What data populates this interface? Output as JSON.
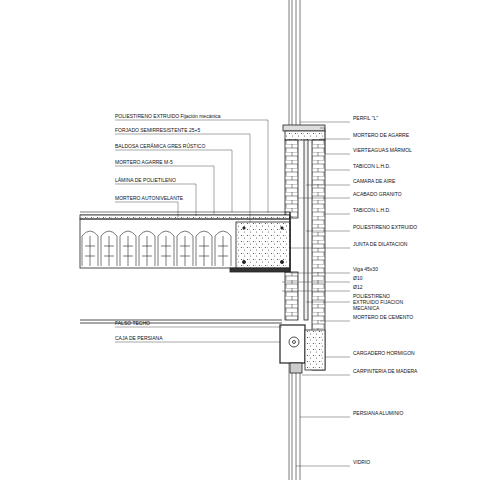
{
  "diagram": {
    "labels": [
      "POLIESTIRENO EXTRUIDO Fijación mecánica",
      "FORJADO SEMIRRESISTENTE 25+5",
      "BALDOSA CERÁMICA GRES RÚSTICO",
      "MORTERO AGARRE M-5",
      "LÁMINA DE POLIETILENO",
      "MORTERO AUTONIVELANTE",
      "FALSO TECHO",
      "CAJA DE PERSIANA",
      "PERFIL \"L\"",
      "MORTERO DE AGARRE",
      "VIERTEAGUAS MÁRMOL",
      "TABICON L.H.D.",
      "CAMARA DE AIRE",
      "ACABADO GRANITO",
      "TABICON L.H.D.",
      "POLIESTIRENO EXTRUIDO",
      "JUNTA DE DILATACION",
      "Viga 45x30",
      "Ø10",
      "Ø12",
      "POLIESTIRENO EXTRUIDO FIJACION MECANICA",
      "MORTERO DE CEMENTO",
      "CARGADERO HORMIGON",
      "CARPINTERIA DE MADERA",
      "PERSIANA ALUMINIO",
      "VIDRIO"
    ]
  }
}
